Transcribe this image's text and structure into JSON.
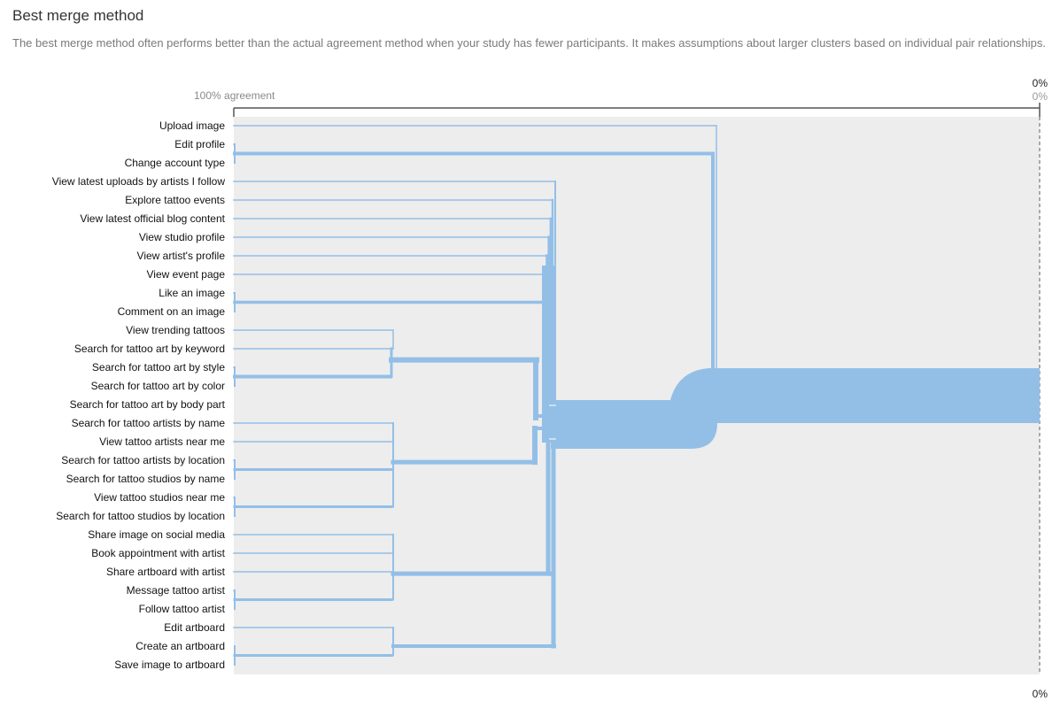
{
  "header": {
    "title": "Best merge method",
    "description": "The best merge method often performs better than the actual agreement method when your study has fewer participants. It makes assumptions about larger clusters based on individual pair relationships."
  },
  "axis": {
    "left_label": "100% agreement",
    "right_top_label": "0%",
    "right_top_sublabel": "0%",
    "bottom_right_label": "0%"
  },
  "colors": {
    "accent": "#93bfe7",
    "background_panel": "#ededed",
    "axis_line": "#555555"
  },
  "chart_data": {
    "type": "dendrogram",
    "orientation": "horizontal",
    "x_axis": {
      "left": "100% agreement",
      "right": "0%"
    },
    "leaves": [
      "Upload image",
      "Edit profile",
      "Change account type",
      "View latest uploads by artists I follow",
      "Explore tattoo events",
      "View latest official blog content",
      "View studio profile",
      "View artist's profile",
      "View event page",
      "Like an image",
      "Comment on an image",
      "View trending tattoos",
      "Search for tattoo art by keyword",
      "Search for tattoo art by style",
      "Search for tattoo art by color",
      "Search for tattoo art by body part",
      "Search for tattoo artists by name",
      "View tattoo artists near me",
      "Search for tattoo artists by location",
      "Search for tattoo studios by name",
      "View tattoo studios near me",
      "Search for tattoo studios by location",
      "Share image on social media",
      "Book appointment with artist",
      "Share artboard with artist",
      "Message tattoo artist",
      "Follow tattoo artist",
      "Edit artboard",
      "Create an artboard",
      "Save image to artboard"
    ]
  }
}
